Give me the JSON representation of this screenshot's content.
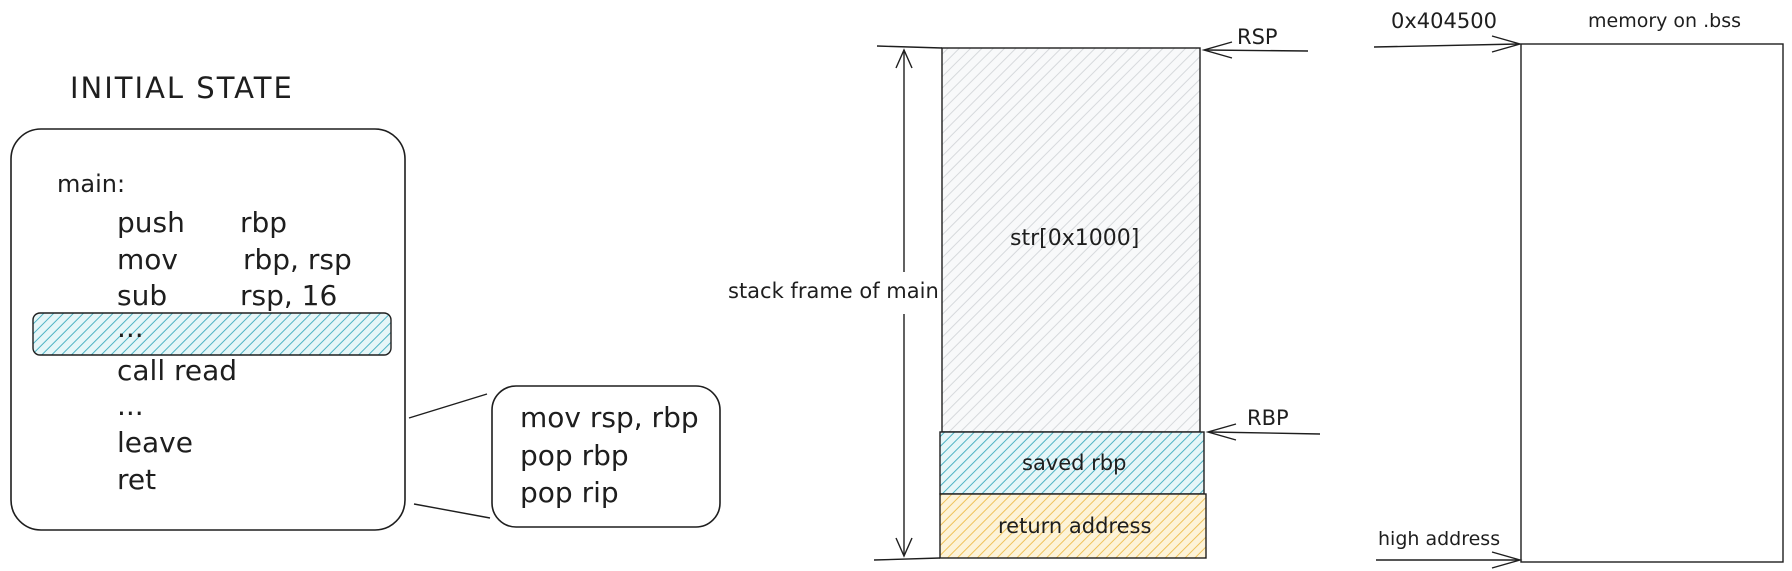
{
  "left": {
    "title": "INITIAL STATE",
    "label": "main:",
    "lines": [
      {
        "op": "push",
        "args": "rbp"
      },
      {
        "op": "mov",
        "args": "rbp, rsp"
      },
      {
        "op": "sub",
        "args": "rsp, 16"
      },
      {
        "op": "...",
        "args": ""
      },
      {
        "op": "call read",
        "args": ""
      },
      {
        "op": "...",
        "args": ""
      },
      {
        "op": "leave",
        "args": ""
      },
      {
        "op": "ret",
        "args": ""
      }
    ],
    "leave_expansion": [
      "mov rsp, rbp",
      "pop rbp",
      "pop rip"
    ]
  },
  "stack": {
    "frame_label": "stack frame of main",
    "rsp_label": "RSP",
    "rbp_label": "RBP",
    "buffer_label": "str[0x1000]",
    "saved_rbp_label": "saved rbp",
    "return_address_label": "return address"
  },
  "bss": {
    "address_label": "0x404500",
    "title": "memory on .bss",
    "bottom_label": "high address"
  },
  "colors": {
    "stroke": "#1e1e1e",
    "buffer_fill": "#e9ecef",
    "saved_rbp_fill": "#66c6d4",
    "return_fill": "#f4c552"
  }
}
